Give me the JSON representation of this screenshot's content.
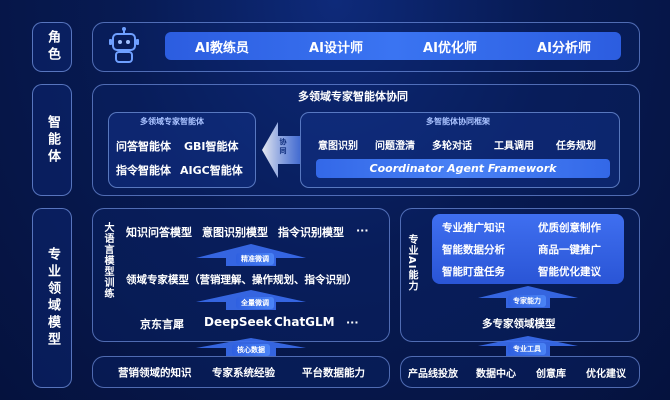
{
  "rows": {
    "role": "角色",
    "agent": "智能体",
    "domain": "专业领域模型"
  },
  "roles": [
    "AI教练员",
    "AI设计师",
    "AI优化师",
    "AI分析师"
  ],
  "agent_section": {
    "title": "多领域专家智能体协同",
    "left_box": {
      "title": "多领域专家智能体",
      "items": [
        "问答智能体",
        "GBI智能体",
        "指令智能体",
        "AIGC智能体"
      ]
    },
    "connector": "协同",
    "right_box": {
      "title": "多智能体协同框架",
      "items": [
        "意图识别",
        "问题澄清",
        "多轮对话",
        "工具调用",
        "任务规划"
      ],
      "framework": "Coordinator Agent Framework"
    }
  },
  "llm_section": {
    "side_label": "大语言模型训练",
    "top_items": [
      "知识问答模型",
      "意图识别模型",
      "指令识别模型",
      "···"
    ],
    "arrow1": "精准微调",
    "middle": "领域专家模型（营销理解、操作规划、指令识别）",
    "arrow2": "全量微调",
    "base_models": [
      "京东言犀",
      "DeepSeek",
      "ChatGLM",
      "···"
    ],
    "arrow3": "核心数据",
    "bottom_items": [
      "营销领域的知识",
      "专家系统经验",
      "平台数据能力"
    ]
  },
  "ai_section": {
    "side_label": "专业AI能力",
    "capabilities": [
      "专业推广知识",
      "优质创意制作",
      "智能数据分析",
      "商品一键推广",
      "智能盯盘任务",
      "智能优化建议"
    ],
    "arrow1": "专家能力",
    "model": "多专家领域模型",
    "arrow2": "专业工具",
    "tools": [
      "产品线投放",
      "数据中心",
      "创意库",
      "优化建议"
    ]
  }
}
